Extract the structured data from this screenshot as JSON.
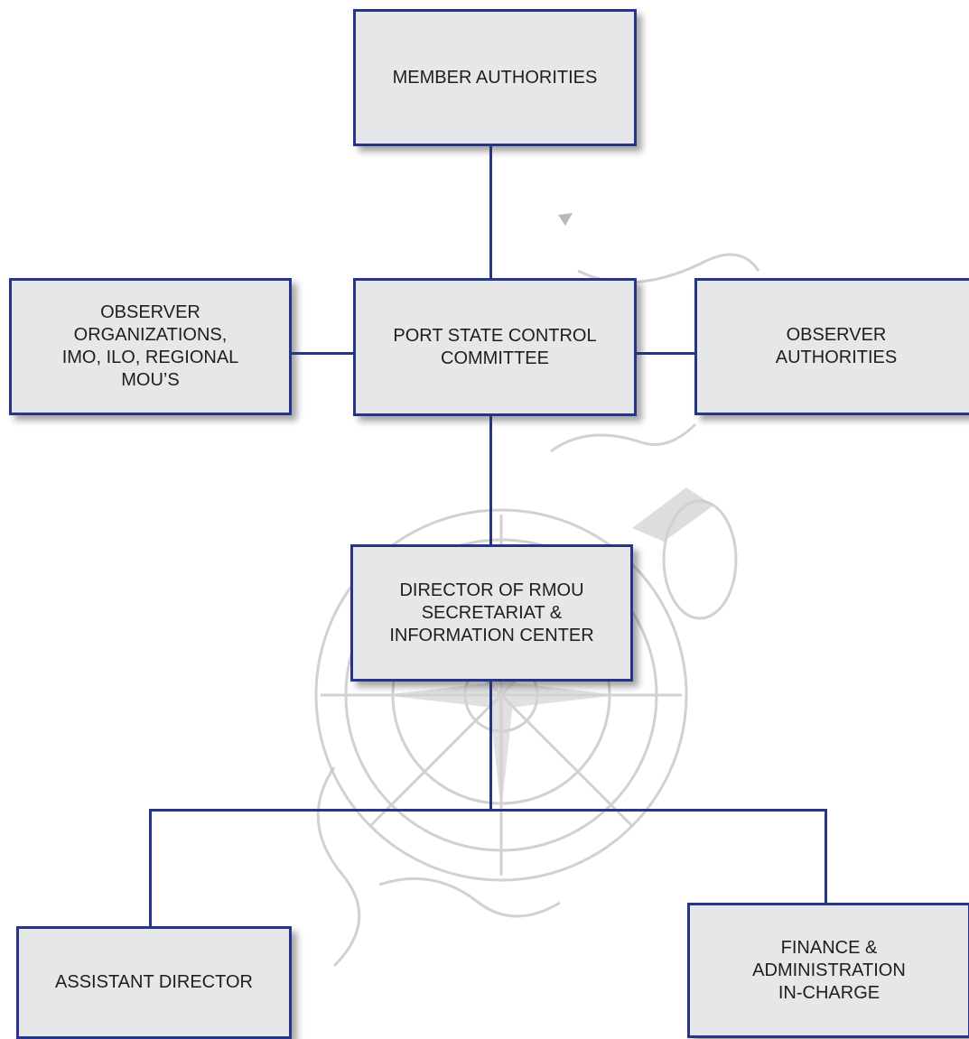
{
  "org_chart": {
    "member_authorities": "MEMBER AUTHORITIES",
    "observer_organizations": "OBSERVER\nORGANIZATIONS,\nIMO, ILO, REGIONAL\nMOU’S",
    "port_state_control_committee": "PORT STATE CONTROL\nCOMMITTEE",
    "observer_authorities": "OBSERVER\nAUTHORITIES",
    "director": "DIRECTOR OF RMOU\nSECRETARIAT &\nINFORMATION CENTER",
    "assistant_director": "ASSISTANT DIRECTOR",
    "finance_administration": "FINANCE &\nADMINISTRATION\nIN-CHARGE"
  },
  "colors": {
    "box_fill": "#e6e7e9",
    "box_border": "#24358a",
    "connector": "#24358a",
    "text": "#1e1e1e",
    "background_art": "#c9c9c9"
  },
  "background_illustration": "compass-rose-illustration"
}
